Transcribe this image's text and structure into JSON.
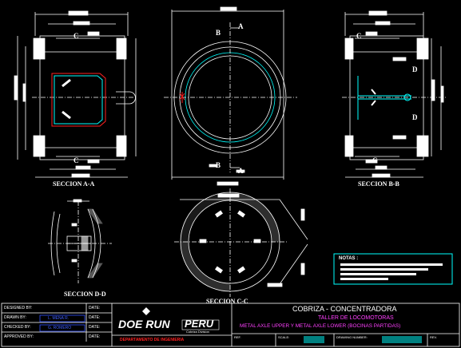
{
  "sections": {
    "aa": "SECCION A-A",
    "bb": "SECCION B-B",
    "cc": "SECCION C-C",
    "dd": "SECCION D-D"
  },
  "cut_letters": {
    "a": "A",
    "b": "B",
    "c": "C",
    "d": "D"
  },
  "notes": {
    "title": "NOTAS :"
  },
  "title_block": {
    "designed_by": "DESIGNED BY:",
    "drawn_by": "DRAWN BY:",
    "checked_by": "CHECKED BY:",
    "approved_by": "APPROVED BY:",
    "date": "DATE:",
    "drawn_name": "L. MENA R.",
    "checked_name": "G. ROMERO",
    "company": "DOE RUN",
    "company_country": "PERU",
    "company_sub": "Cobriza Division",
    "department": "DEPARTAMENTO DE INGENIERIA",
    "project": "COBRIZA  -  CONCENTRADORA",
    "workshop": "TALLER DE LOCOMOTORAS",
    "description": "METAL AXLE UPPER Y METAL AXLE LOWER (BOCINAS PARTIDAS)",
    "ref": "REF.",
    "scale": "SCALE:",
    "drawing_number": "DRAWING NUMBER:",
    "rev": "REV."
  },
  "colors": {
    "background": "#000000",
    "line": "#ffffff",
    "cyan": "#00ffff",
    "red": "#ff2020",
    "magenta": "#ff40ff",
    "blue": "#3050ff",
    "yellow": "#ffff00"
  }
}
